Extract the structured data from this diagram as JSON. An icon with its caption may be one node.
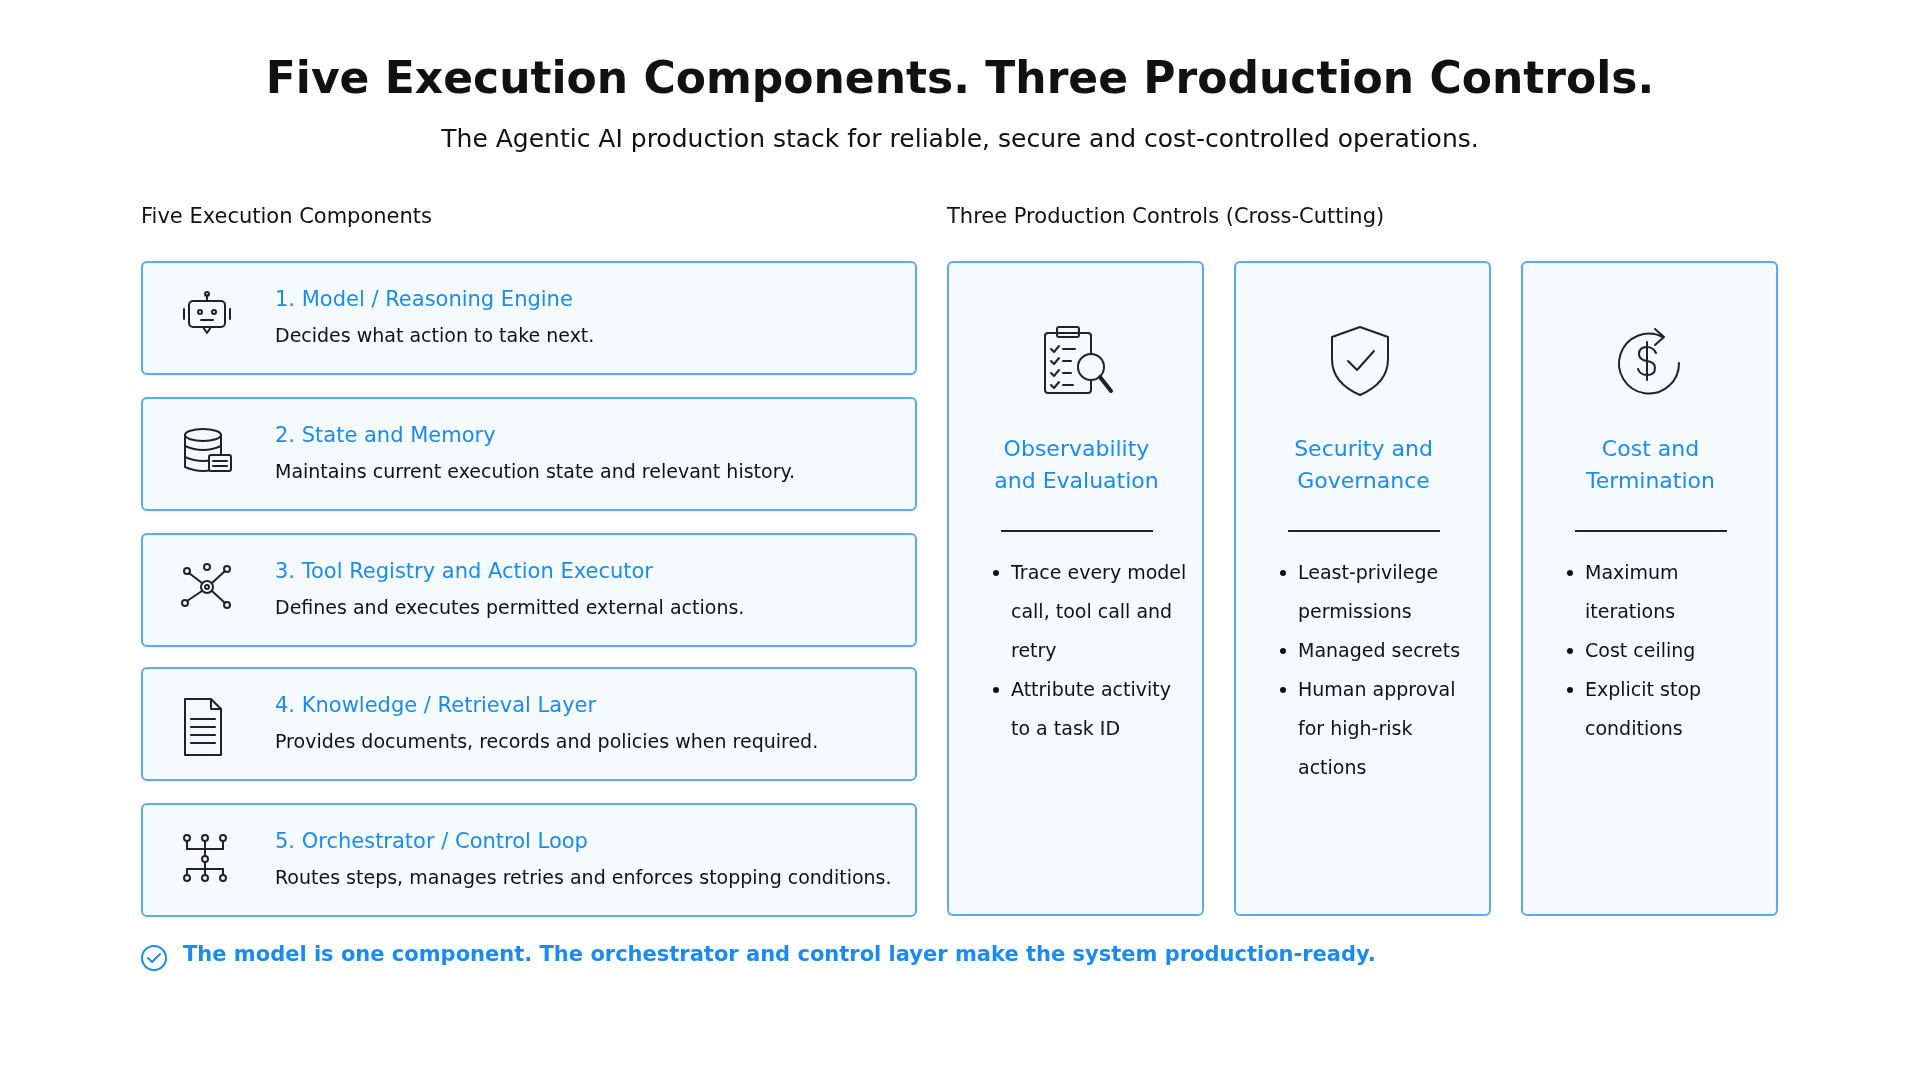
{
  "diagram": {
    "title": "Five Execution Components. Three Production Controls.",
    "nodes": [
      {
        "text": [
          "1. Model / Reasoning Engine",
          "Decides what action to take next."
        ]
      },
      {
        "text": [
          "2. State and Memory",
          "Maintains current execution state and relevant history."
        ]
      },
      {
        "text": [
          "3. Tool Registry and Action Executor",
          "Defines and executes permitted external actions."
        ]
      },
      {
        "text": [
          "4. Knowledge / Retrieval Layer",
          "Provides documents, records and policies when required."
        ]
      },
      {
        "text": [
          "5. Orchestrator / Control Loop",
          "Routes steps, manages retries and enforces stopping conditions."
        ]
      },
      {
        "text": [
          "Observability and Evaluation",
          "Trace every model call, tool call and retry",
          "Attribute activity to a task ID"
        ]
      },
      {
        "text": [
          "Security and Governance",
          "Least-privilege permissions",
          "Managed secrets",
          "Human approval for high-risk actions"
        ]
      },
      {
        "text": [
          "Cost and Termination",
          "Maximum iterations",
          "Cost ceiling",
          "Explicit stop conditions"
        ]
      }
    ],
    "edges": [],
    "labels": [
      "The Agentic AI production stack for reliable, secure and cost-controlled operations.",
      "Five Execution Components",
      "Three Production Controls (Cross-Cutting)",
      "The model is one component. The orchestrator and control layer make the system production-ready."
    ]
  }
}
